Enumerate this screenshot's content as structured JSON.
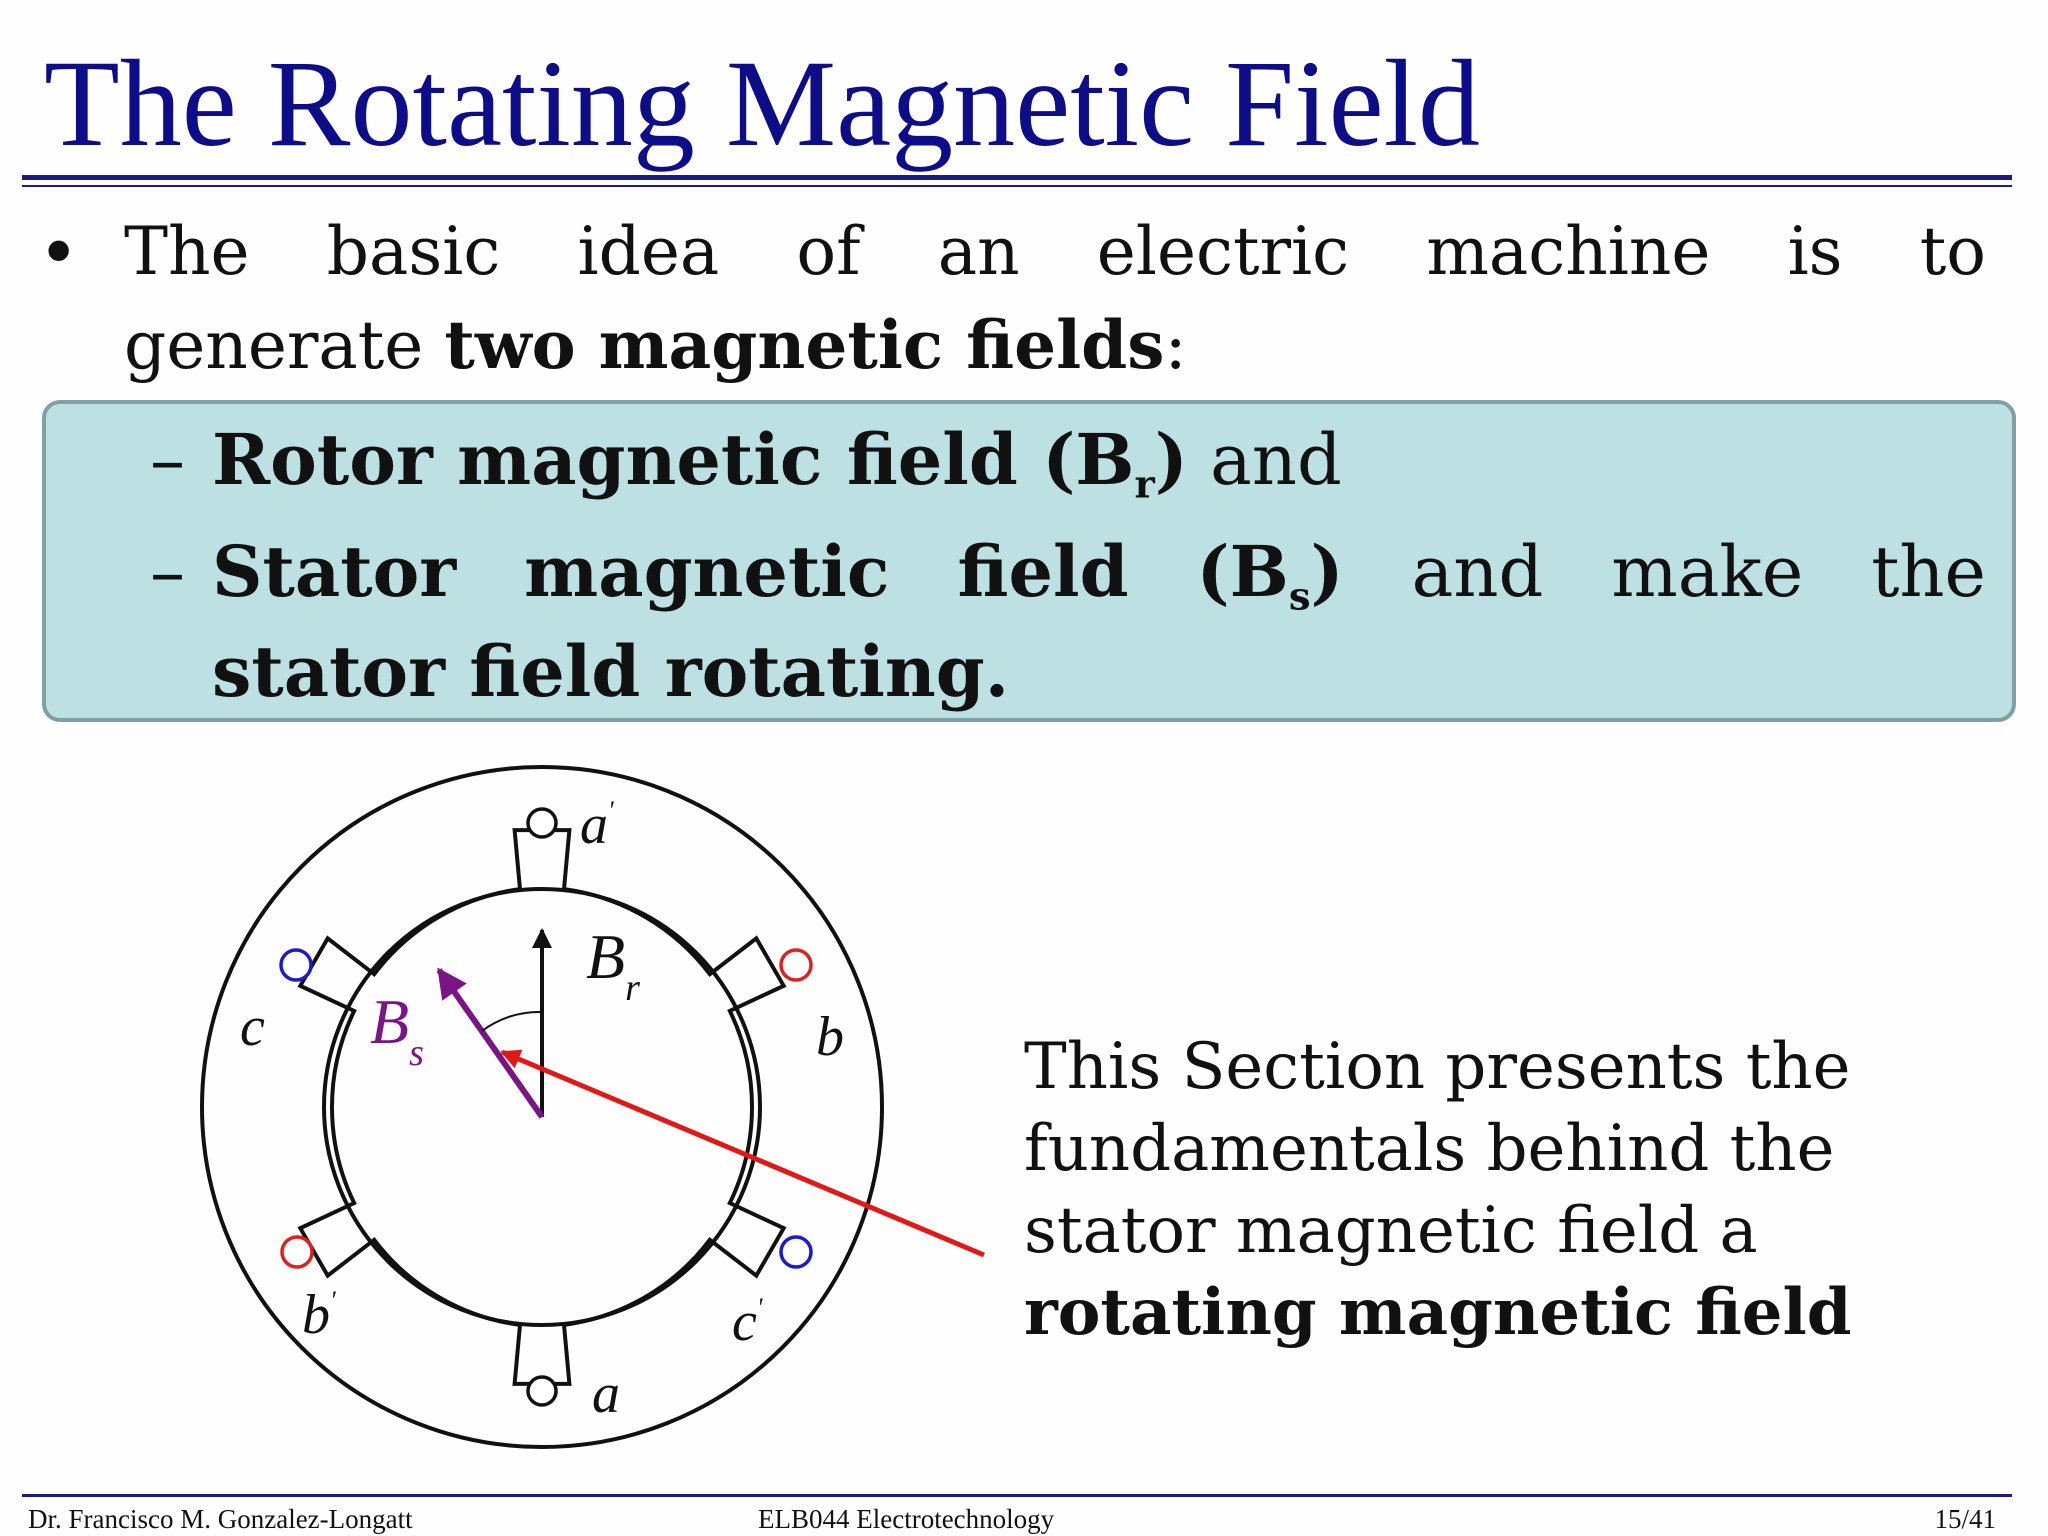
{
  "slide": {
    "title": "The Rotating Magnetic Field"
  },
  "bullet": {
    "line1_words": [
      "The",
      "basic",
      "idea",
      "of",
      "an",
      "electric",
      "machine",
      "is",
      "to"
    ],
    "line2_prefix": "generate",
    "line2_bold": "two magnetic fields",
    "line2_suffix": ":"
  },
  "subitems": {
    "dash": "–",
    "rotor_bold": "Rotor magnetic field (B",
    "rotor_sub": "r",
    "rotor_close": ")",
    "rotor_suffix": "and",
    "stator_words": [
      "Stator",
      "magnetic",
      "field"
    ],
    "stator_b": "(B",
    "stator_sub": "s",
    "stator_close": ")",
    "stator_tail_words": [
      "and",
      "make",
      "the"
    ],
    "stator_line2_bold": "stator field rotating."
  },
  "diagram": {
    "labels": {
      "a_prime_letter": "a",
      "a_letter": "a",
      "b_letter": "b",
      "b_prime_letter": "b",
      "c_letter": "c",
      "c_prime_letter": "c",
      "prime_mark": "'",
      "br_main": "B",
      "br_sub": "r",
      "bs_main": "B",
      "bs_sub": "s"
    },
    "colors": {
      "outline": "#111111",
      "phase_b_conductor": "#e02020",
      "phase_c_conductor": "#1a1ad0",
      "bs_vector": "#7a1585",
      "callout_arrow": "#e01818"
    }
  },
  "note": {
    "line1": "This Section presents the",
    "line2": "fundamentals behind the",
    "line3": "stator magnetic field a",
    "line4_bold": "rotating magnetic field"
  },
  "footer": {
    "author": "Dr. Francisco M. Gonzalez-Longatt",
    "course": "ELB044 Electrotechnology",
    "page": "15/41"
  }
}
